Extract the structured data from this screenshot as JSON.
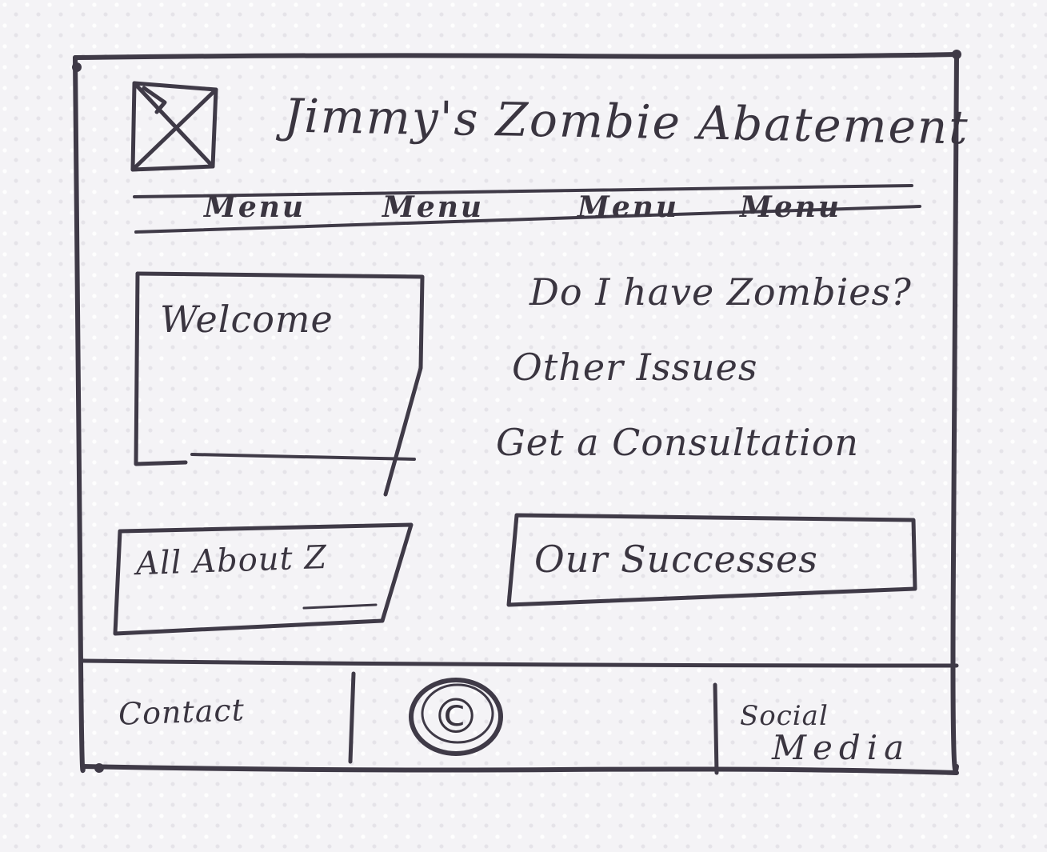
{
  "header": {
    "logo_icon": "image-placeholder-icon",
    "title": "Jimmy's Zombie Abatement"
  },
  "nav": {
    "items": [
      {
        "label": "Menu"
      },
      {
        "label": "Menu"
      },
      {
        "label": "Menu"
      },
      {
        "label": "Menu"
      }
    ]
  },
  "main": {
    "welcome_label": "Welcome",
    "links": [
      {
        "label": "Do I have Zombies?"
      },
      {
        "label": "Other Issues"
      },
      {
        "label": "Get a Consultation"
      }
    ],
    "about_label": "All About Z",
    "success_label": "Our Successes"
  },
  "footer": {
    "contact_label": "Contact",
    "copyright_symbol": "©",
    "social_line1": "Social",
    "social_line2": "Media"
  },
  "colors": {
    "paper": "#f4f3f6",
    "ink": "#3f3a47"
  }
}
